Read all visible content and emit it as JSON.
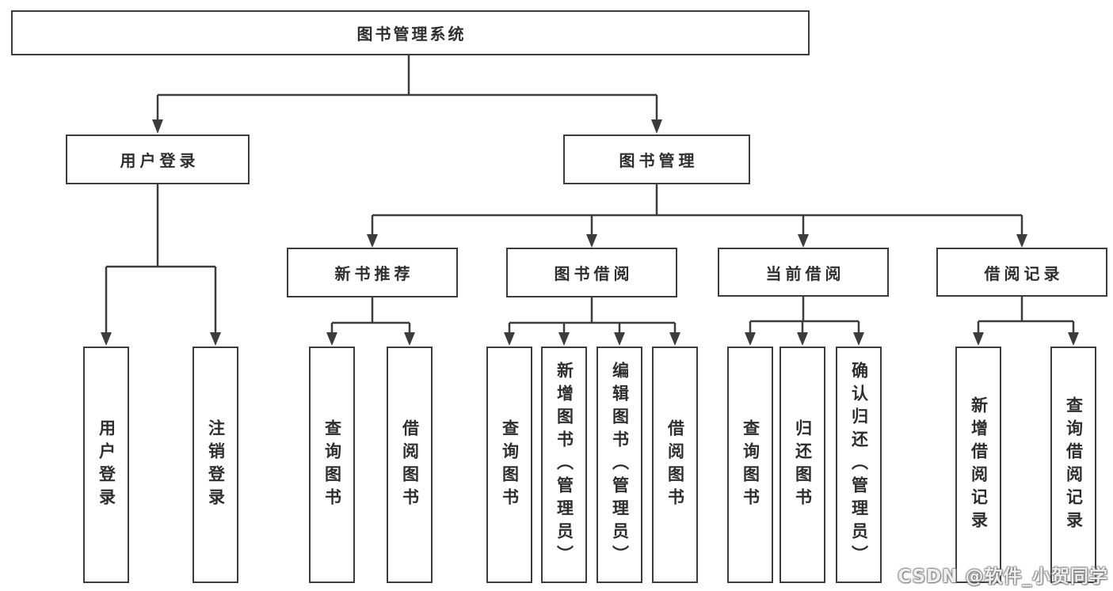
{
  "diagram_title": "图书管理系统",
  "tree": {
    "label": "图书管理系统",
    "children": [
      {
        "label": "用户登录",
        "children": [
          {
            "label": "用户登录"
          },
          {
            "label": "注销登录"
          }
        ]
      },
      {
        "label": "图书管理",
        "children": [
          {
            "label": "新书推荐",
            "children": [
              {
                "label": "查询图书"
              },
              {
                "label": "借阅图书"
              }
            ]
          },
          {
            "label": "图书借阅",
            "children": [
              {
                "label": "查询图书"
              },
              {
                "label": "新增图书（管理员）"
              },
              {
                "label": "编辑图书（管理员）"
              },
              {
                "label": "借阅图书"
              }
            ]
          },
          {
            "label": "当前借阅",
            "children": [
              {
                "label": "查询图书"
              },
              {
                "label": "归还图书"
              },
              {
                "label": "确认归还（管理员）"
              }
            ]
          },
          {
            "label": "借阅记录",
            "children": [
              {
                "label": "新增借阅记录"
              },
              {
                "label": "查询借阅记录"
              }
            ]
          }
        ]
      }
    ]
  },
  "watermark": "CSDN @软件_小贺同学",
  "colors": {
    "line": "#3c3c3c",
    "background": "#ffffff",
    "box_fill": "#ffffff",
    "text": "#2e2e2e"
  }
}
